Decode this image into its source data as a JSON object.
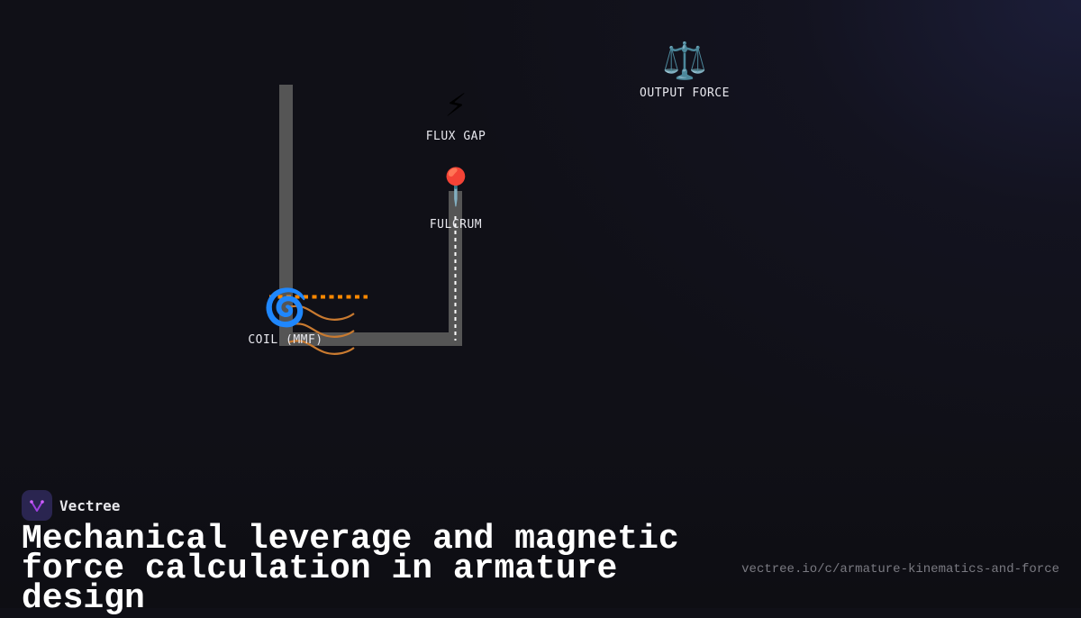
{
  "diagram": {
    "nodes": [
      {
        "id": "output-force",
        "label": "OUTPUT FORCE",
        "icon": "balance-scale-icon",
        "glyph": "⚖️"
      },
      {
        "id": "flux-gap",
        "label": "FLUX GAP",
        "icon": "lightning-icon",
        "glyph": "⚡"
      },
      {
        "id": "fulcrum",
        "label": "FULCRUM",
        "icon": "pushpin-icon",
        "glyph": "📍"
      },
      {
        "id": "coil",
        "label": "COIL (MMF)",
        "icon": "spiral-icon",
        "glyph": "🌀"
      }
    ],
    "colors": {
      "frame": "#555555",
      "flux_line": "#ff8800",
      "field_waves": "#c97a30",
      "fulcrum_axis": "#ffffff",
      "background": "#101017"
    }
  },
  "brand": {
    "name": "Vectree"
  },
  "footer": {
    "title": "Mechanical leverage and magnetic force calculation in armature design",
    "url": "vectree.io/c/armature-kinematics-and-force"
  }
}
